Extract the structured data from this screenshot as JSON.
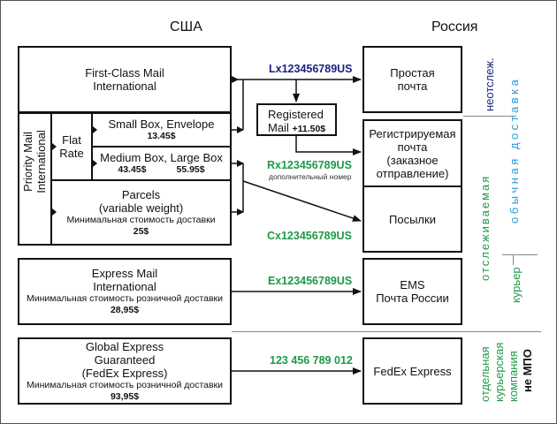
{
  "headers": {
    "usa": "США",
    "russia": "Россия"
  },
  "us_services": {
    "first_class": {
      "line1": "First-Class Mail",
      "line2": "International"
    },
    "priority": {
      "label_line1": "Priority Mail",
      "label_line2": "International",
      "flat_rate": {
        "line1": "Flat",
        "line2": "Rate"
      },
      "small_box": {
        "title": "Small Box, Envelope",
        "price": "13.45$"
      },
      "medium_large_box": {
        "title": "Medium Box, Large Box",
        "price_medium": "43.45$",
        "price_large": "55.95$"
      },
      "parcels": {
        "line1": "Parcels",
        "line2": "(variable weight)",
        "note": "Минимальная стоимость доставки",
        "price": "25$"
      }
    },
    "express": {
      "line1": "Express Mail",
      "line2": "International",
      "note": "Минимальная стоимость розничной доставки",
      "price": "28,95$"
    },
    "global_express": {
      "line1": "Global Express",
      "line2": "Guaranteed",
      "line3": "(FedEx Express)",
      "note": "Минимальная стоимость розничной доставки",
      "price": "93,95$"
    }
  },
  "registered_mail": {
    "line1": "Registered",
    "line2": "Mail",
    "price": "+11.50$"
  },
  "tracking_codes": {
    "lx": "Lx123456789US",
    "rx": "Rx123456789US",
    "rx_note": "дополнительный номер",
    "cx": "Cx123456789US",
    "ex": "Ex123456789US",
    "fedex": "123 456 789 012"
  },
  "russia_services": {
    "simple": {
      "line1": "Простая",
      "line2": "почта"
    },
    "registered": {
      "line1": "Регистрируемая",
      "line2": "почта",
      "line3": "(заказное",
      "line4": "отправление)"
    },
    "parcels": {
      "label": "Посылки"
    },
    "ems": {
      "line1": "EMS",
      "line2": "Почта России"
    },
    "fedex": {
      "label": "FedEx Express"
    }
  },
  "side_labels": {
    "untracked": "неотслеж.",
    "tracked": "отслеживаемая",
    "regular_delivery": "обычная  доставка",
    "courier": "курьер",
    "separate_courier_1": "отдельная",
    "separate_courier_2": "курьерская",
    "separate_courier_3": "компания",
    "not_mpo": "не МПО"
  },
  "colors": {
    "blue_code": "#1a237e",
    "green_code": "#1e9a46",
    "light_blue": "#2a9bd8"
  }
}
